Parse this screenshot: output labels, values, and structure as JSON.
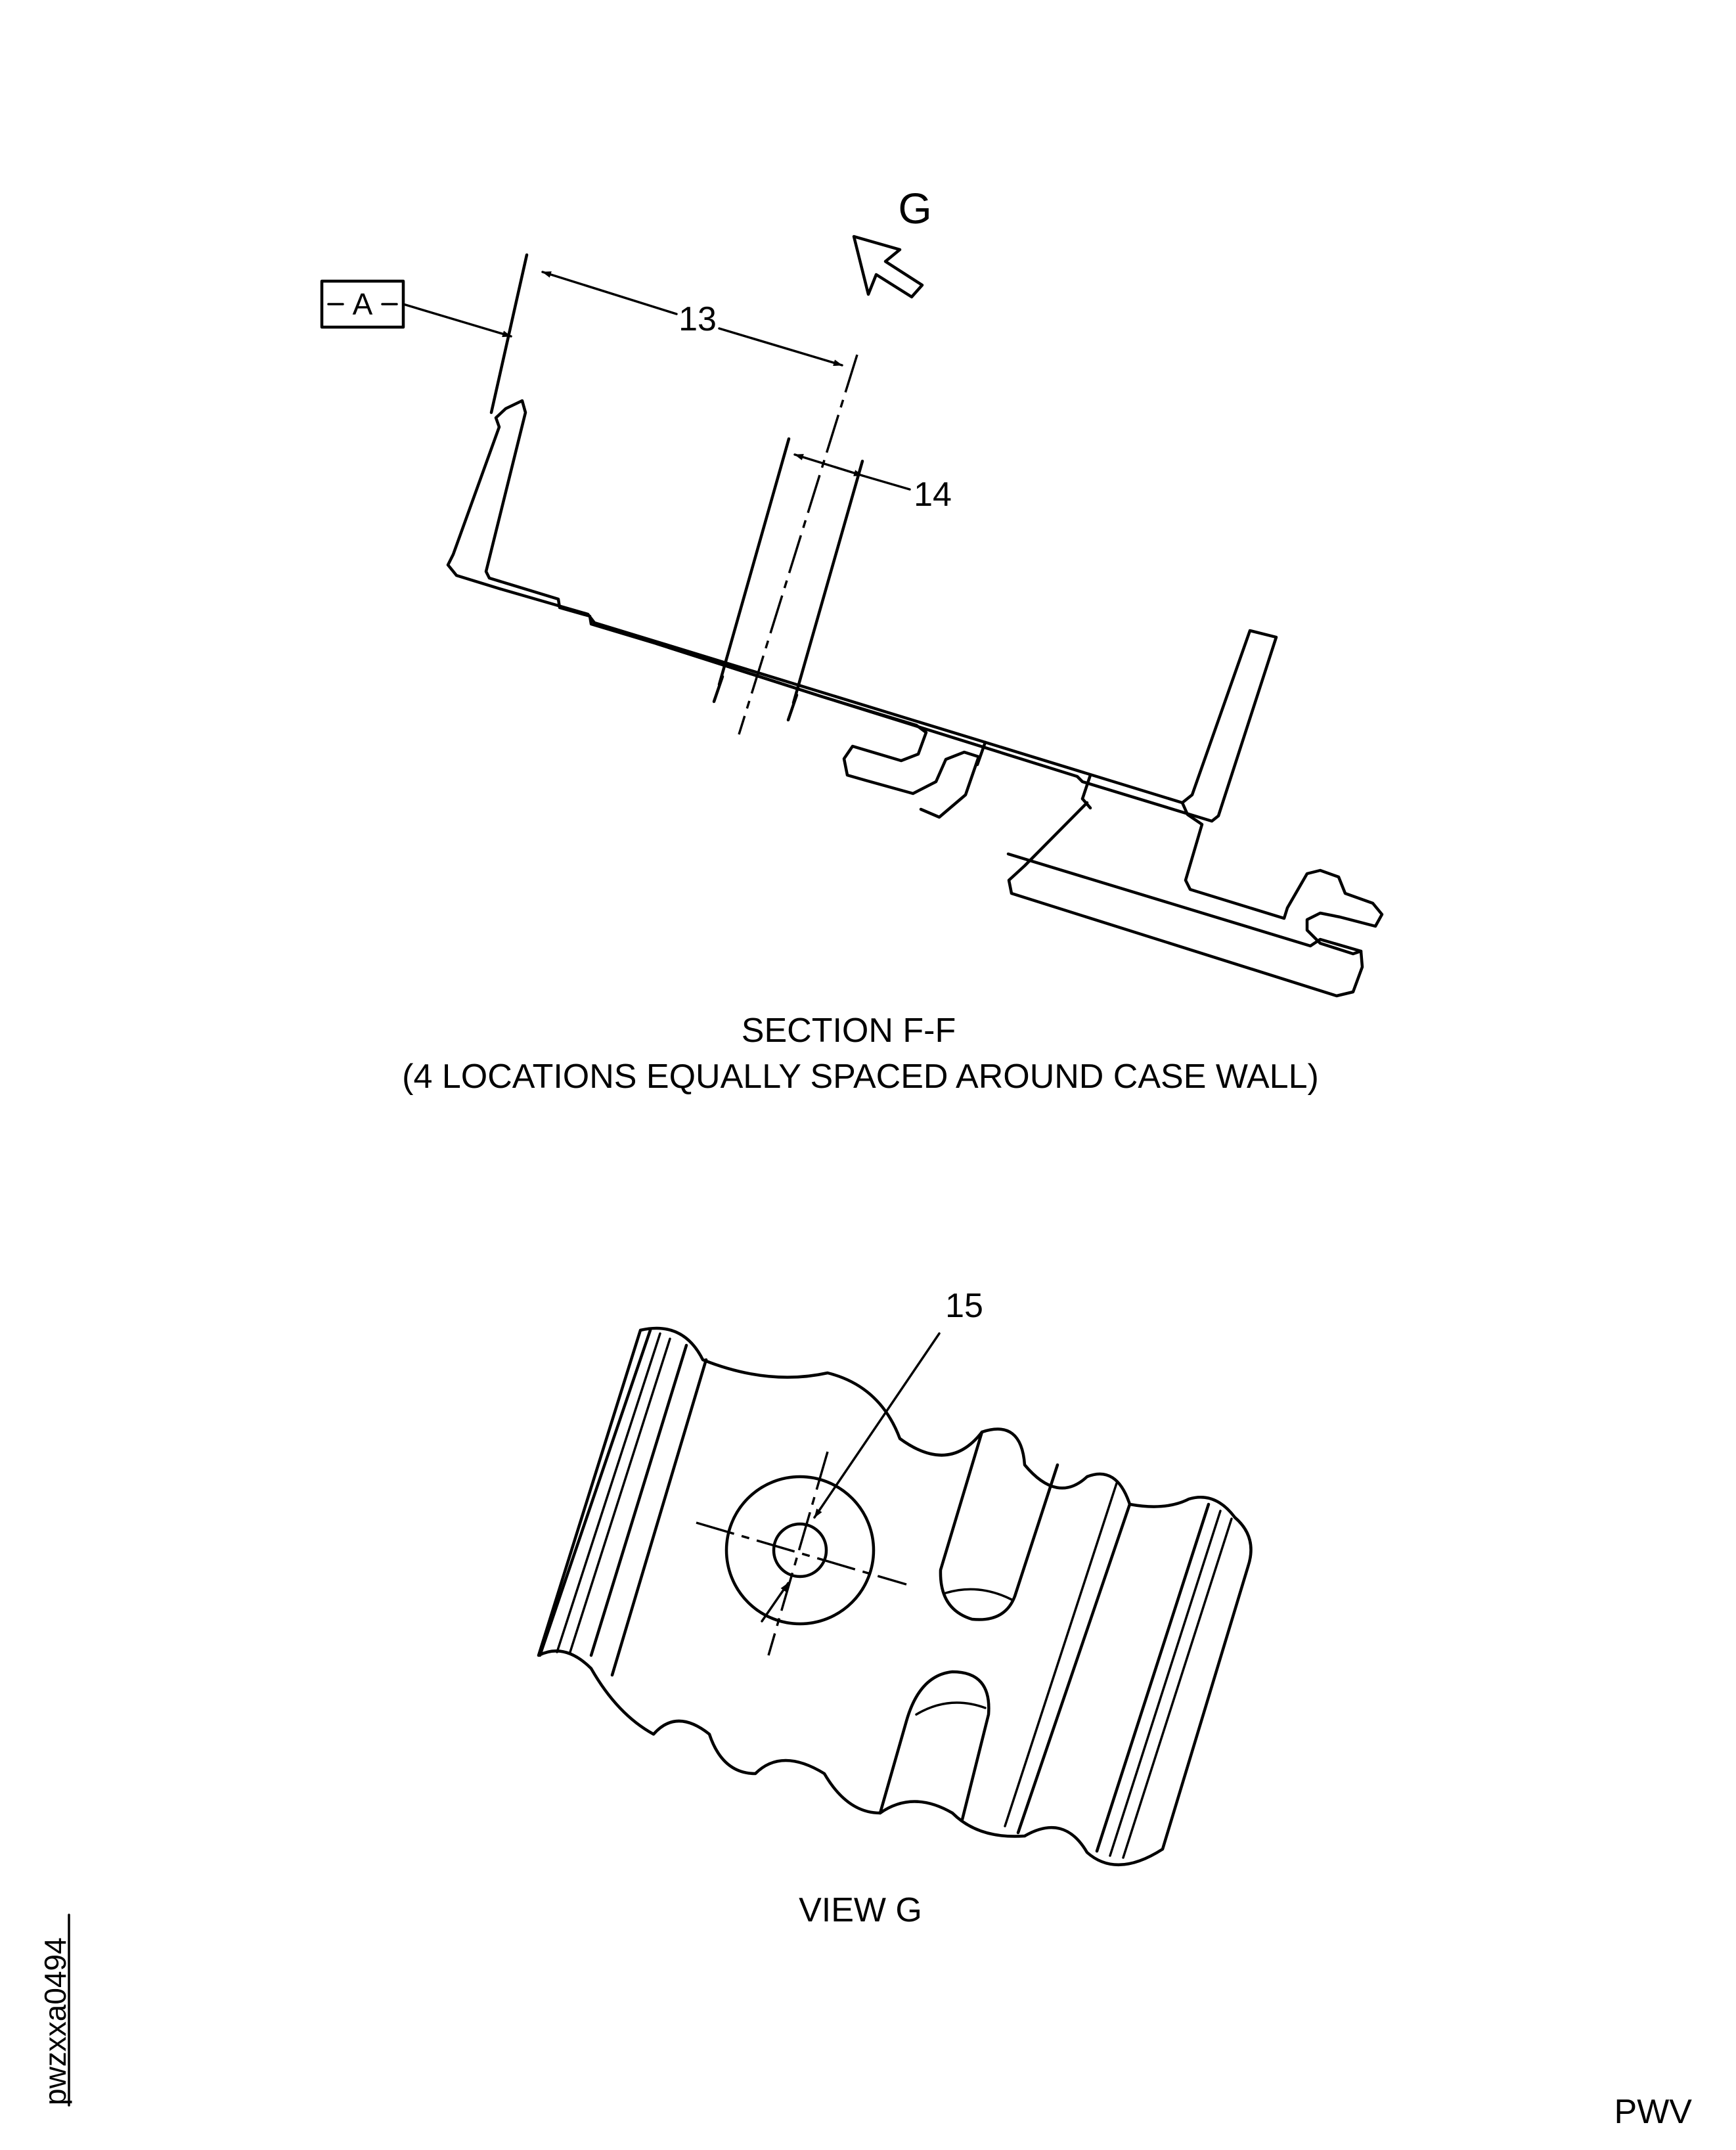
{
  "section_ff": {
    "datum": "A",
    "callouts": {
      "c13": "13",
      "c14": "14"
    },
    "view_arrow": "G",
    "title": "SECTION F-F",
    "subtitle": "(4 LOCATIONS EQUALLY SPACED AROUND CASE WALL)"
  },
  "view_g": {
    "callout": "15",
    "title": "VIEW G"
  },
  "figure_id": "pwzxxa0494",
  "corner_code": "PWV"
}
